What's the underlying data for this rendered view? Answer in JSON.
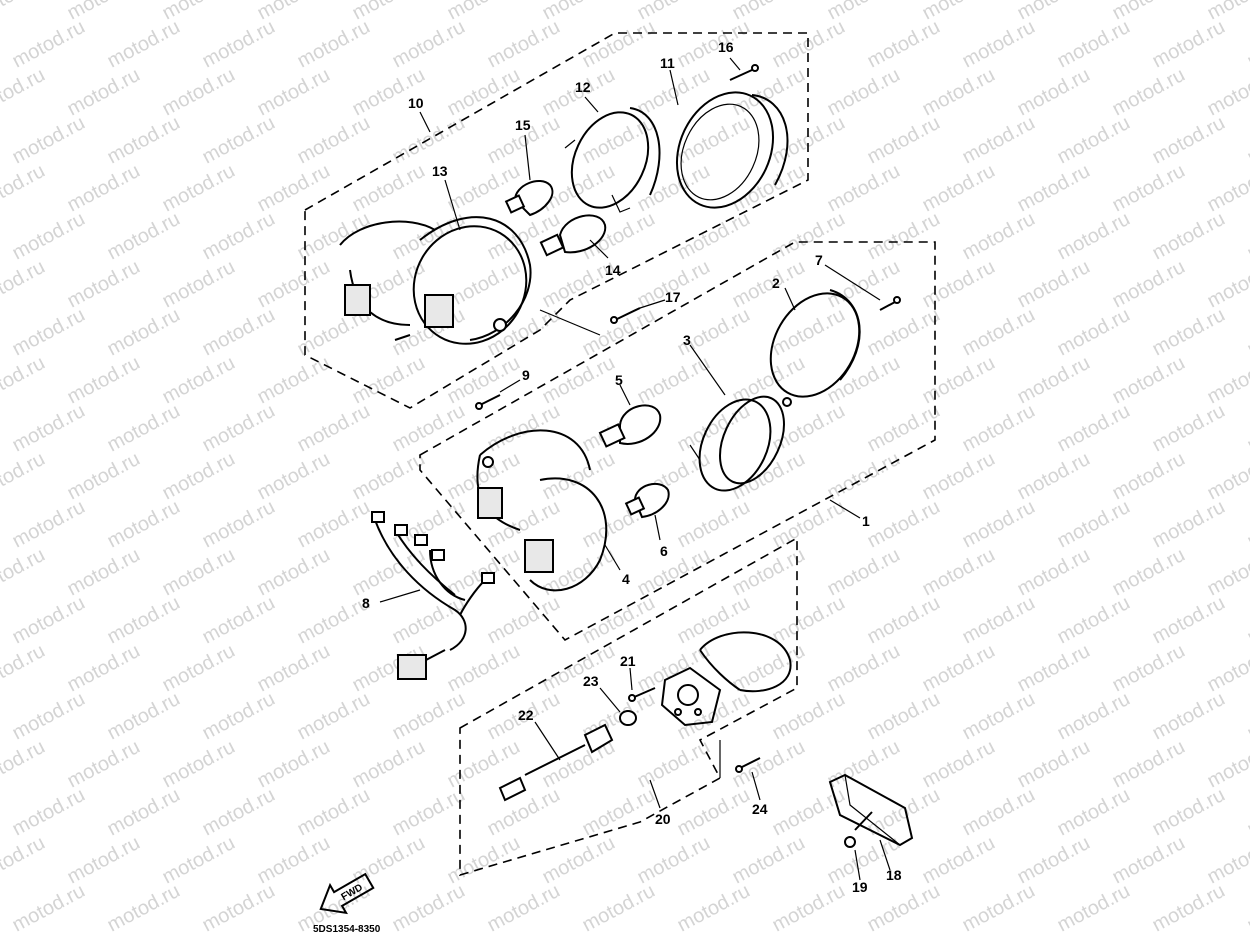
{
  "watermark": "motod.ru",
  "callouts": [
    {
      "id": "c1",
      "text": "1"
    },
    {
      "id": "c2",
      "text": "2"
    },
    {
      "id": "c3",
      "text": "3"
    },
    {
      "id": "c4",
      "text": "4"
    },
    {
      "id": "c5",
      "text": "5"
    },
    {
      "id": "c6",
      "text": "6"
    },
    {
      "id": "c7",
      "text": "7"
    },
    {
      "id": "c8",
      "text": "8"
    },
    {
      "id": "c9",
      "text": "9"
    },
    {
      "id": "c10",
      "text": "10"
    },
    {
      "id": "c11",
      "text": "11"
    },
    {
      "id": "c12",
      "text": "12"
    },
    {
      "id": "c13",
      "text": "13"
    },
    {
      "id": "c14",
      "text": "14"
    },
    {
      "id": "c15",
      "text": "15"
    },
    {
      "id": "c16",
      "text": "16"
    },
    {
      "id": "c17",
      "text": "17"
    },
    {
      "id": "c18",
      "text": "18"
    },
    {
      "id": "c19",
      "text": "19"
    },
    {
      "id": "c20",
      "text": "20"
    },
    {
      "id": "c21",
      "text": "21"
    },
    {
      "id": "c22",
      "text": "22"
    },
    {
      "id": "c23",
      "text": "23"
    },
    {
      "id": "c24",
      "text": "24"
    }
  ],
  "fwd_label": "FWD",
  "drawing_code": "5DS1354-8350"
}
